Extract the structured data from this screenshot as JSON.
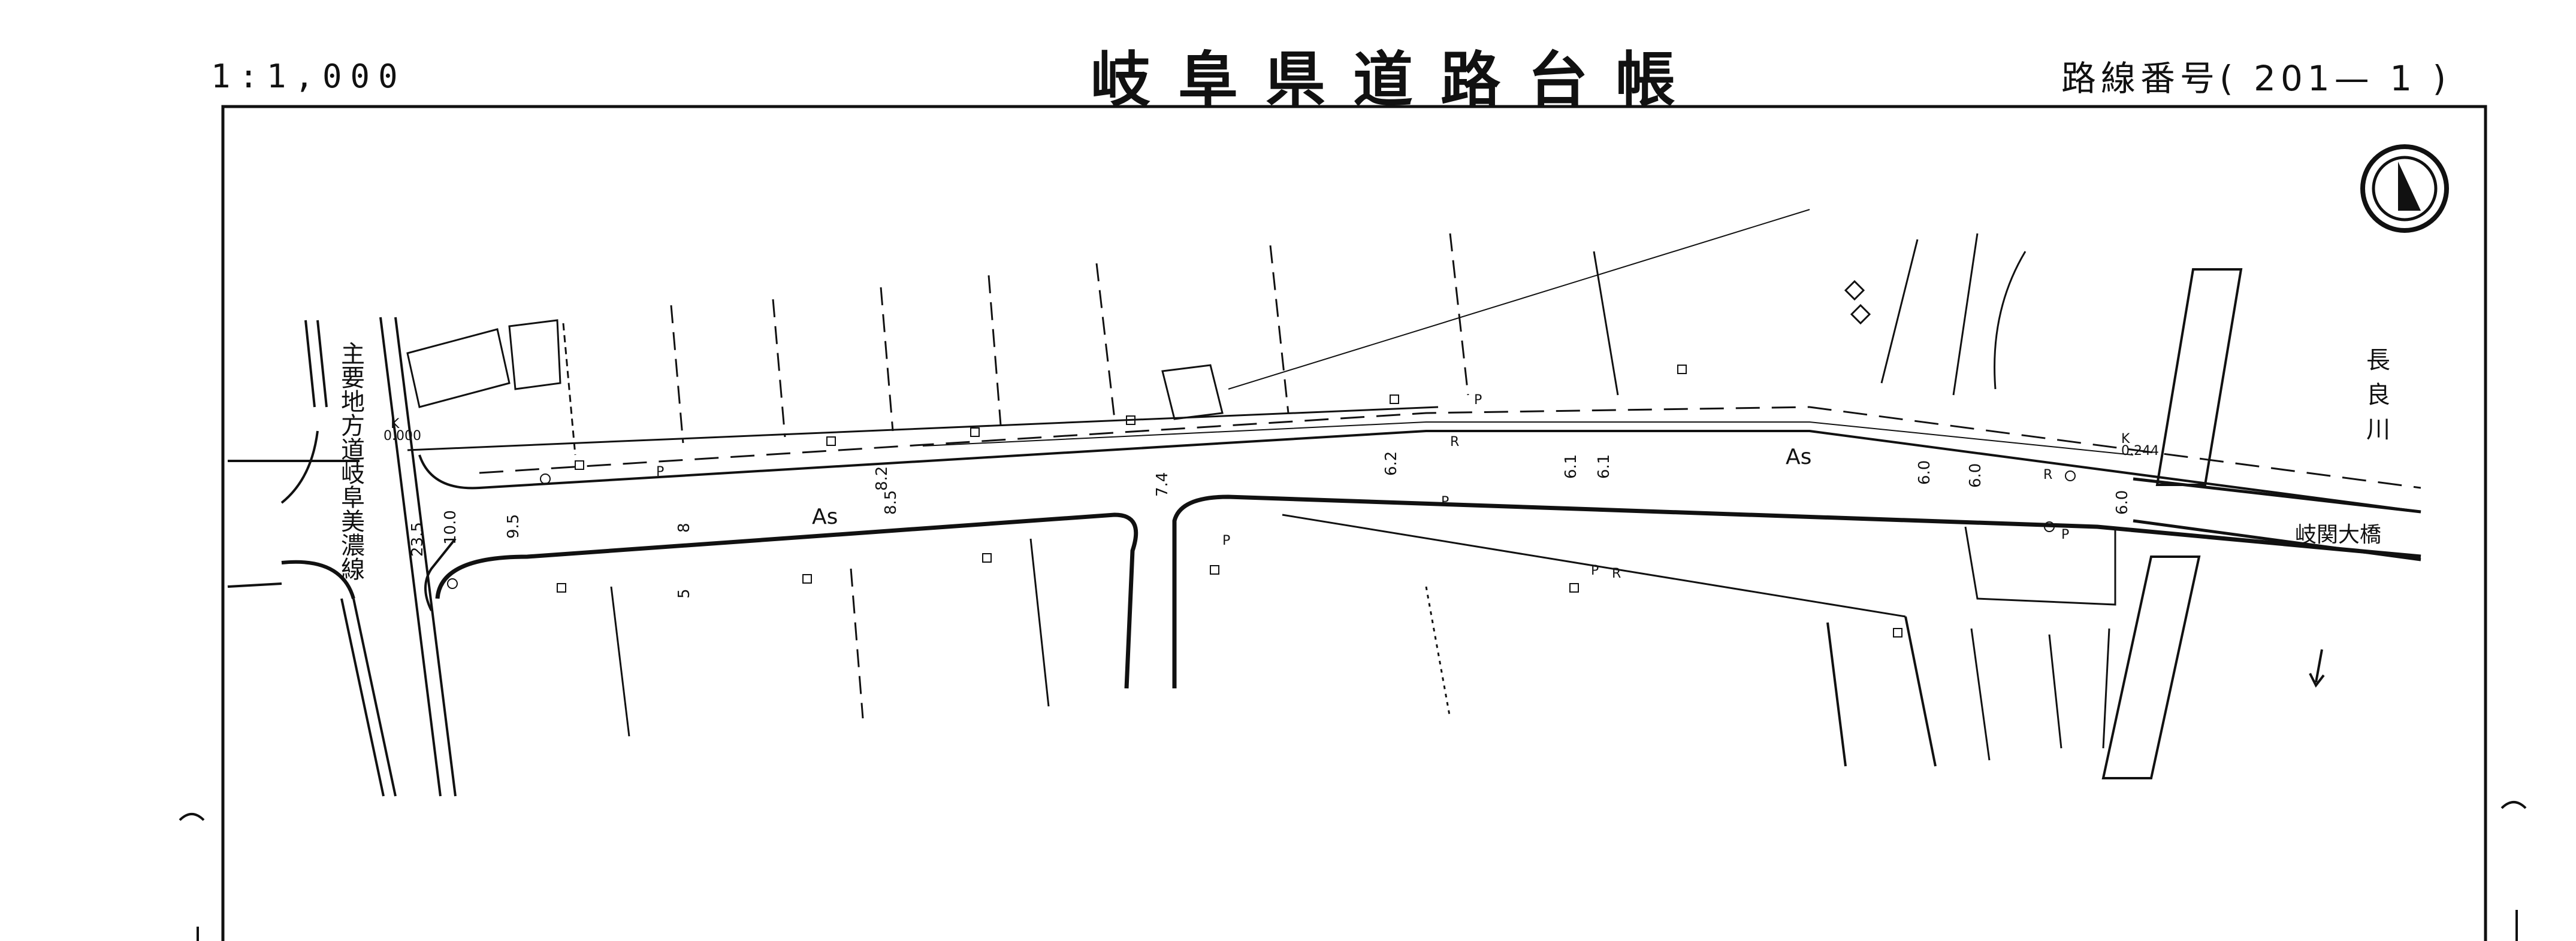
{
  "header": {
    "scale": "1:1,000",
    "title": "岐阜県道路台帳",
    "route_number": "路線番号( 201— 1 )"
  },
  "map": {
    "crossroad_label": "主要地方道岐阜美濃線",
    "river_label": "長良川",
    "bridge_label": "岐関大橋",
    "pavement_label": "As",
    "pavement_label_2": "As",
    "km_start": "0.000",
    "km_end": "0.244",
    "km_prefix": "K",
    "widths": [
      "23.5",
      "10.0",
      "9.5",
      "8.5",
      "8.2",
      "7.4",
      "6.2",
      "6.1",
      "6.1",
      "6.0",
      "6.0",
      "6.0",
      "8",
      "5"
    ],
    "markers": [
      "P",
      "P",
      "P",
      "P",
      "P",
      "R",
      "R",
      "R",
      "P"
    ],
    "icons": [
      "north-arrow-icon",
      "tree-icon",
      "manhole-icon",
      "utility-pole-icon",
      "arrow-down-icon"
    ]
  }
}
